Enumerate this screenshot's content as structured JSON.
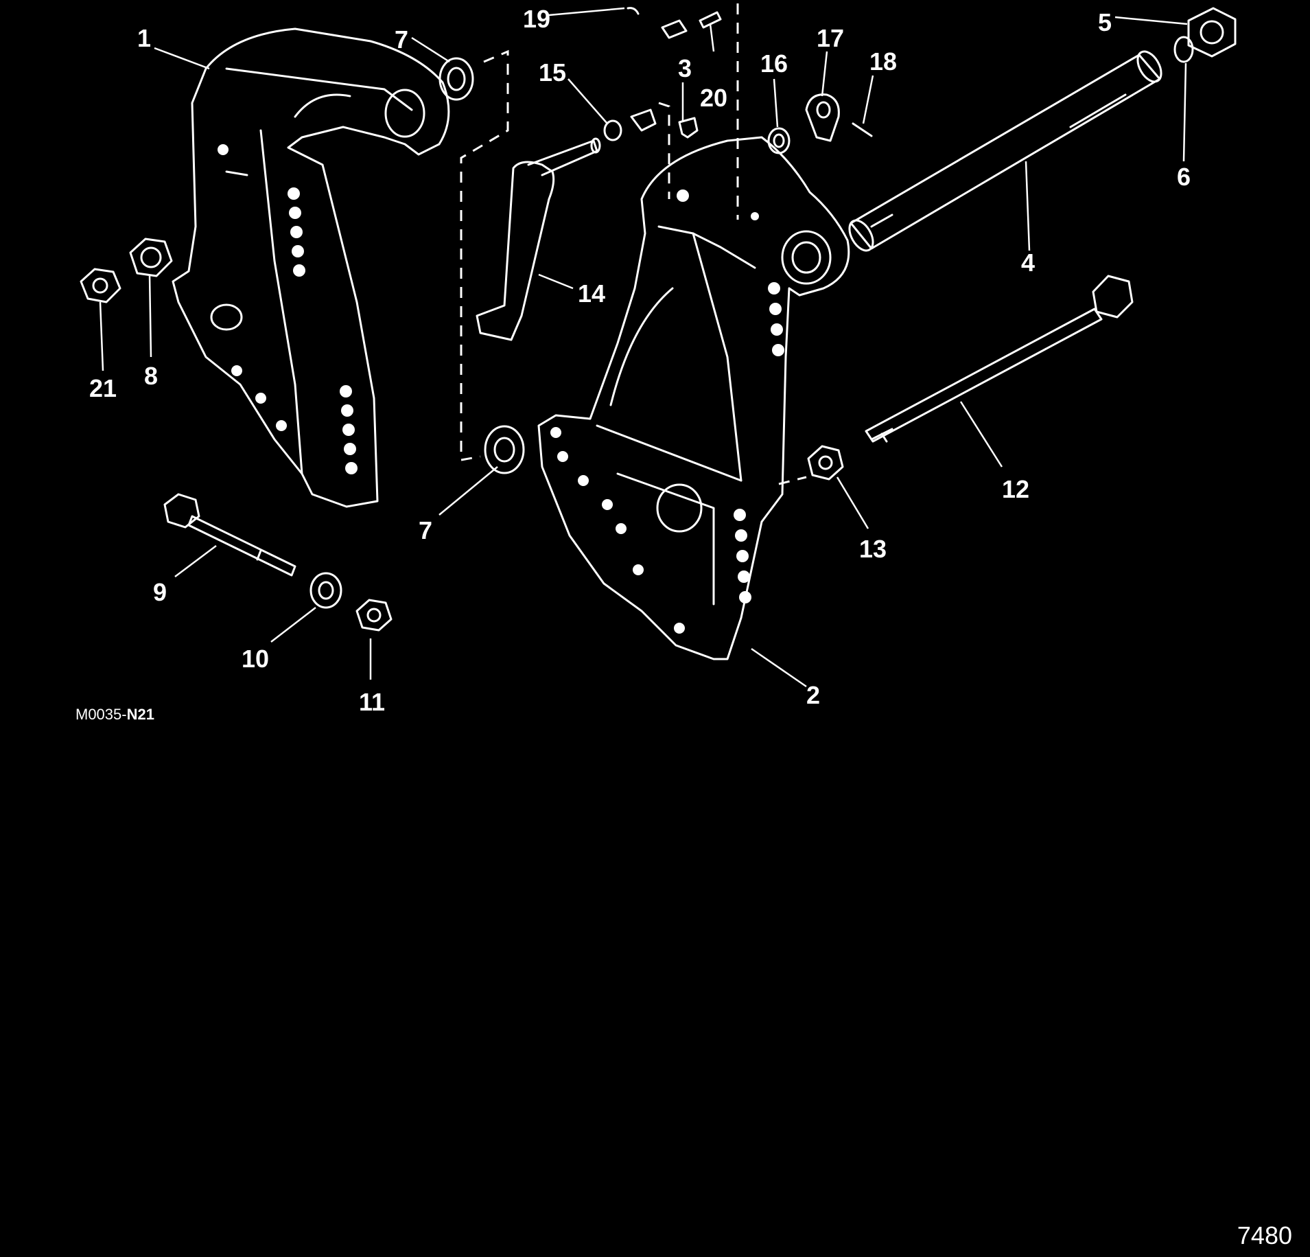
{
  "figure": {
    "drawing_code_prefix": "M0035-",
    "drawing_code_suffix": "N21",
    "figure_number": "7480"
  },
  "callouts": [
    {
      "id": "c1",
      "label": "1"
    },
    {
      "id": "c2",
      "label": "2"
    },
    {
      "id": "c3",
      "label": "3"
    },
    {
      "id": "c4",
      "label": "4"
    },
    {
      "id": "c5",
      "label": "5"
    },
    {
      "id": "c6",
      "label": "6"
    },
    {
      "id": "c7a",
      "label": "7"
    },
    {
      "id": "c7b",
      "label": "7"
    },
    {
      "id": "c8",
      "label": "8"
    },
    {
      "id": "c9",
      "label": "9"
    },
    {
      "id": "c10",
      "label": "10"
    },
    {
      "id": "c11",
      "label": "11"
    },
    {
      "id": "c12",
      "label": "12"
    },
    {
      "id": "c13",
      "label": "13"
    },
    {
      "id": "c14",
      "label": "14"
    },
    {
      "id": "c15",
      "label": "15"
    },
    {
      "id": "c16",
      "label": "16"
    },
    {
      "id": "c17",
      "label": "17"
    },
    {
      "id": "c18",
      "label": "18"
    },
    {
      "id": "c19",
      "label": "19"
    },
    {
      "id": "c20",
      "label": "20"
    },
    {
      "id": "c21",
      "label": "21"
    }
  ]
}
